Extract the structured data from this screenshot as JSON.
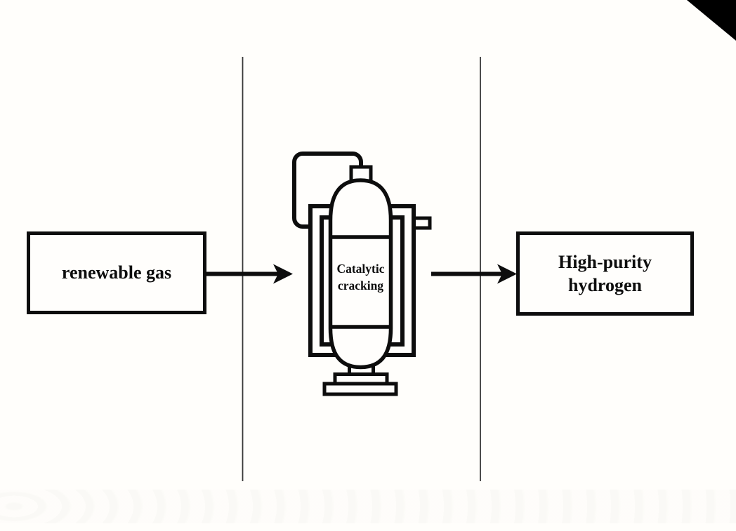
{
  "colors": {
    "background": "#fffefb",
    "line_ink": "#0d0d0d",
    "divider": "#383838"
  },
  "diagram": {
    "source_box": {
      "label": "renewable gas"
    },
    "reactor": {
      "label_line1": "Catalytic",
      "label_line2": "cracking"
    },
    "output_box": {
      "label_line1": "High-purity",
      "label_line2": "hydrogen"
    }
  }
}
